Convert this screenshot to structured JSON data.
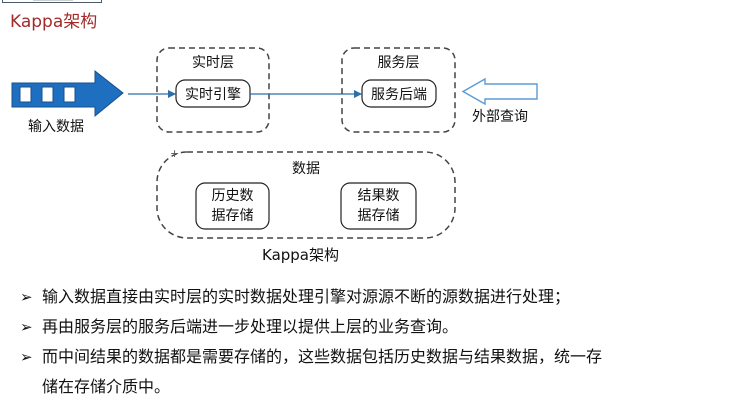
{
  "slide": {
    "title": "Kappa架构"
  },
  "diagram": {
    "input": {
      "label": "输入数据",
      "arrow_icon": "blue-block-arrow-right"
    },
    "realtime_layer": {
      "title": "实时层",
      "component": "实时引擎"
    },
    "serving_layer": {
      "title": "服务层",
      "component": "服务后端"
    },
    "external_query": {
      "label": "外部查询",
      "arrow_icon": "outline-arrow-left"
    },
    "data_layer": {
      "title": "数据",
      "stores": [
        {
          "line1": "历史数",
          "line2": "据存储"
        },
        {
          "line1": "结果数",
          "line2": "据存储"
        }
      ]
    },
    "caption": "Kappa架构",
    "colors": {
      "title_red": "#a32a2a",
      "arrow_blue": "#1f6fc0",
      "arrow_outline": "#5b9bd5",
      "connector": "#2e6ea8",
      "dashed_border": "#444444"
    }
  },
  "bullets": [
    {
      "icon": "➢",
      "text": "输入数据直接由实时层的实时数据处理引擎对源源不断的源数据进行处理；"
    },
    {
      "icon": "➢",
      "text": "再由服务层的服务后端进一步处理以提供上层的业务查询。"
    },
    {
      "icon": "➢",
      "text": "而中间结果的数据都是需要存储的，这些数据包括历史数据与结果数据，统一存",
      "continuation": "储在存储介质中。"
    }
  ]
}
